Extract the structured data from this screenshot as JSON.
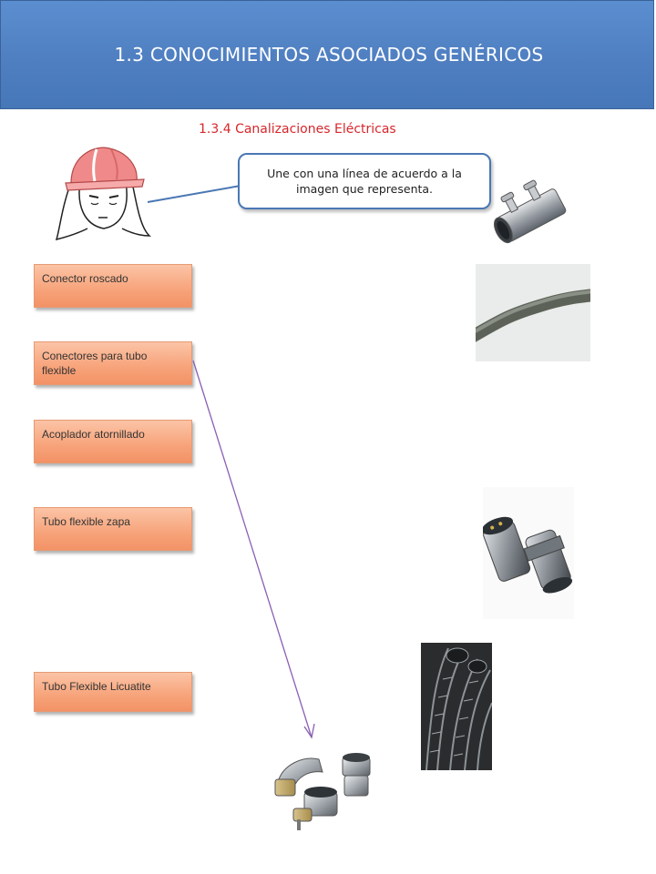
{
  "header": {
    "title": "1.3 CONOCIMIENTOS ASOCIADOS GENÉRICOS"
  },
  "section": {
    "subtitle": "1.3.4 Canalizaciones Eléctricas"
  },
  "speech_bubble": {
    "text": "Une con una línea de acuerdo a la imagen que representa."
  },
  "labels": [
    "Conector roscado",
    "Conectores para tubo flexible",
    "Acoplador atornillado",
    "Tubo flexible zapa",
    "Tubo Flexible Licuatite"
  ],
  "colors": {
    "banner": "#4f7fc1",
    "subtitle": "#d8262b",
    "label_fill": "#f7a37a",
    "connector_line": "#8a5fb3"
  },
  "answer_line": {
    "from": "Conectores para tubo flexible",
    "to": "metal-fittings-photo"
  }
}
